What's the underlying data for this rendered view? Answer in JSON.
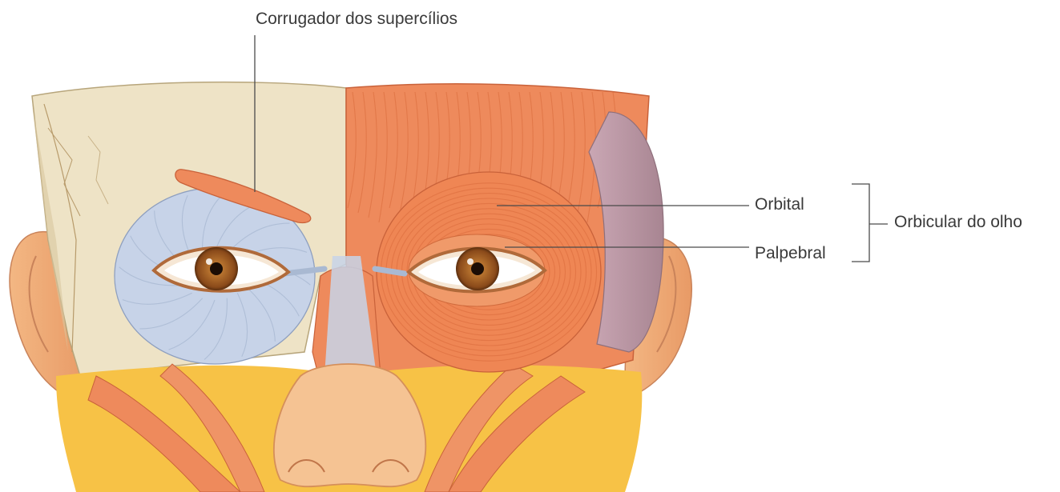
{
  "labels": {
    "corrugator": "Corrugador dos supercílios",
    "orbital": "Orbital",
    "palpebral": "Palpebral",
    "orbicularis": "Orbicular do olho"
  },
  "colors": {
    "muscle": "#ee8a5c",
    "muscle_dark": "#d8643a",
    "bone": "#eee3c6",
    "fascia": "#c7d3e8",
    "fat": "#f7c246",
    "skin": "#f5c393",
    "iris": "#9a5a22"
  }
}
